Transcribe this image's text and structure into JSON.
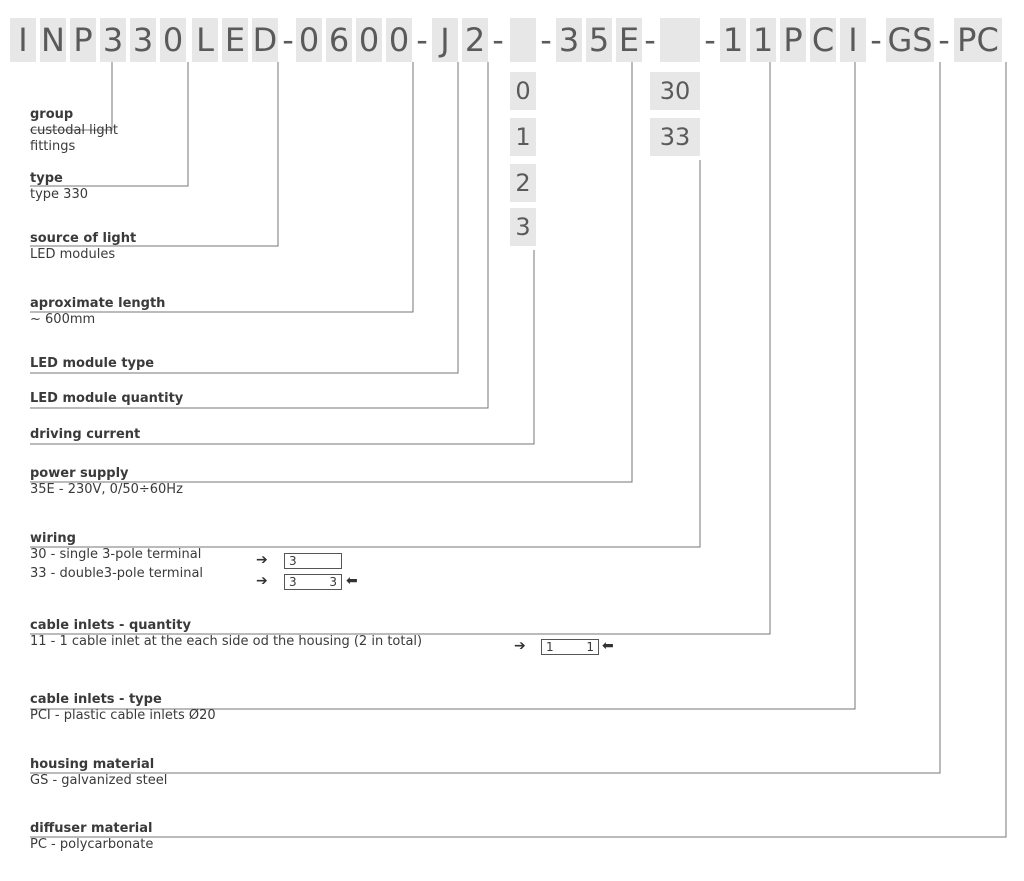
{
  "code": {
    "segments": [
      "I",
      "N",
      "P",
      "3",
      "3",
      "0",
      "L",
      "E",
      "D",
      "-",
      "0",
      "6",
      "0",
      "0",
      "-",
      "J",
      "2",
      "-",
      "",
      "-",
      "3",
      "5",
      "E",
      "-",
      "",
      "-",
      "1",
      "1",
      "P",
      "C",
      "I",
      "-",
      "GS",
      "-",
      "PC"
    ]
  },
  "options": {
    "driving_current": [
      "0",
      "1",
      "2",
      "3"
    ],
    "wiring": [
      "30",
      "33"
    ]
  },
  "labels": {
    "group": {
      "title": "group",
      "desc": [
        "custodal light",
        "fittings"
      ]
    },
    "type": {
      "title": "type",
      "desc": [
        "type 330"
      ]
    },
    "source": {
      "title": "source of light",
      "desc": [
        "LED modules"
      ]
    },
    "length": {
      "title": "aproximate length",
      "desc": [
        "~ 600mm"
      ]
    },
    "module_type": {
      "title": "LED module type",
      "desc": []
    },
    "module_qty": {
      "title": "LED module quantity",
      "desc": []
    },
    "driving_current": {
      "title": "driving current",
      "desc": []
    },
    "power": {
      "title": "power supply",
      "desc": [
        "35E - 230V, 0/50÷60Hz"
      ]
    },
    "wiring": {
      "title": "wiring",
      "desc": [
        "30 - single 3-pole terminal",
        "33 - double3-pole terminal"
      ]
    },
    "inlet_qty": {
      "title": "cable inlets - quantity",
      "desc": [
        "11 - 1 cable inlet at the each side od the housing (2 in total)"
      ]
    },
    "inlet_type": {
      "title": "cable inlets - type",
      "desc": [
        "PCI - plastic cable inlets Ø20"
      ]
    },
    "housing": {
      "title": "housing material",
      "desc": [
        "GS - galvanized steel"
      ]
    },
    "diffuser": {
      "title": "diffuser material",
      "desc": [
        "PC - polycarbonate"
      ]
    }
  },
  "boxes": {
    "wiring30": [
      "3",
      ""
    ],
    "wiring33": [
      "3",
      "3"
    ],
    "inlet11": [
      "1",
      "1"
    ]
  }
}
